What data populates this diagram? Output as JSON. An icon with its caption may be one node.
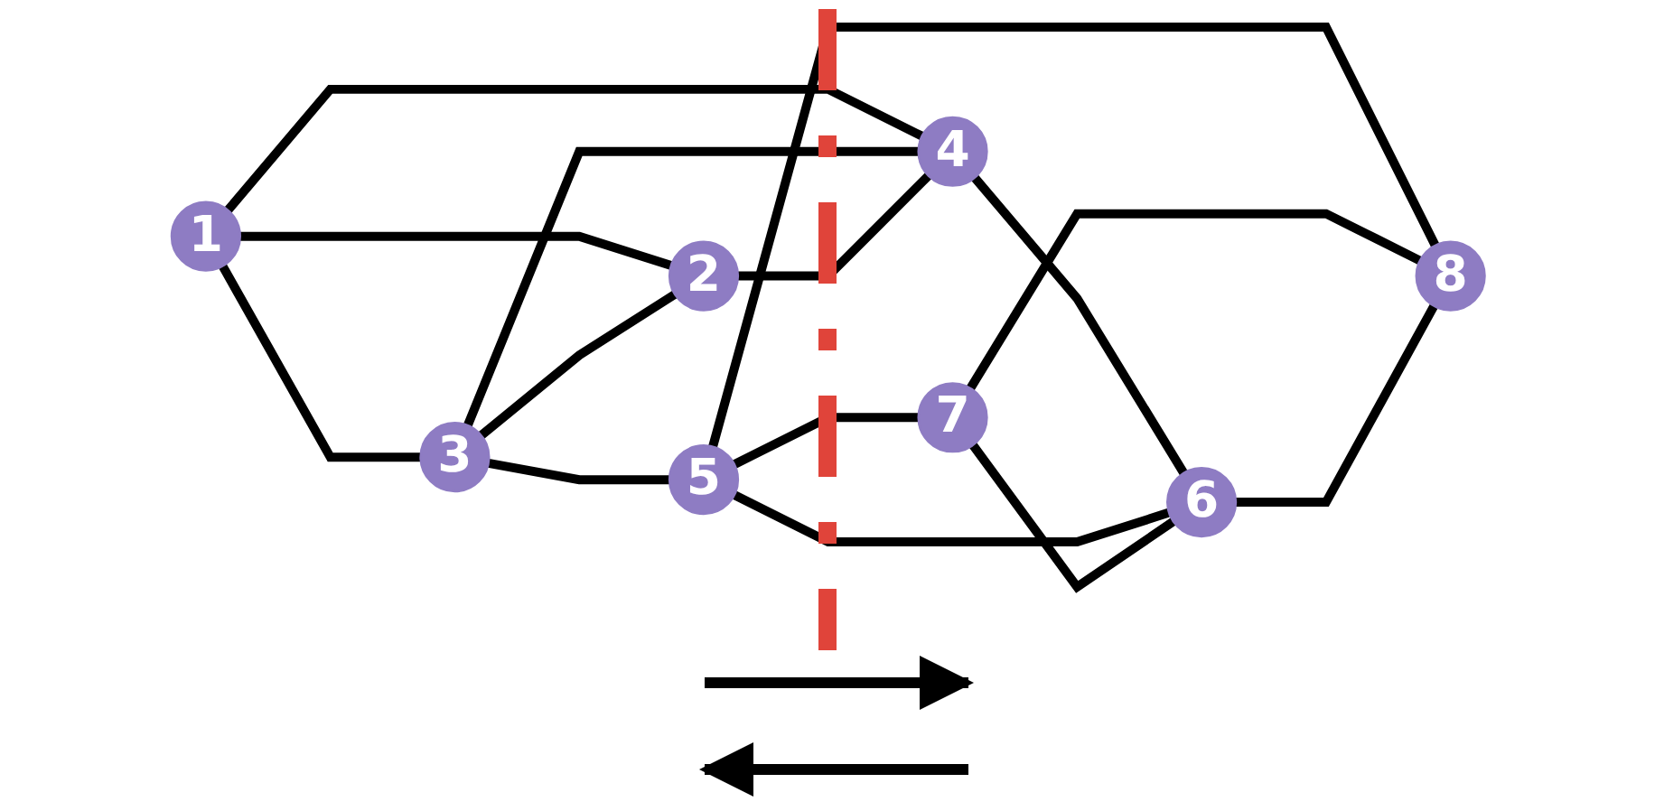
{
  "diagram": {
    "nodes": [
      {
        "text": [
          "1"
        ]
      },
      {
        "text": [
          "2"
        ]
      },
      {
        "text": [
          "3"
        ]
      },
      {
        "text": [
          "4"
        ]
      },
      {
        "text": [
          "5"
        ]
      },
      {
        "text": [
          "6"
        ]
      },
      {
        "text": [
          "7"
        ]
      },
      {
        "text": [
          "8"
        ]
      }
    ],
    "edges": [
      {
        "from": 0,
        "to": 2,
        "arrow": "none"
      },
      {
        "from": 0,
        "to": 1,
        "arrow": "none"
      },
      {
        "from": 0,
        "to": 3,
        "arrow": "none"
      },
      {
        "from": 2,
        "to": 1,
        "arrow": "none"
      },
      {
        "from": 2,
        "to": 3,
        "arrow": "none"
      },
      {
        "from": 1,
        "to": 3,
        "arrow": "none"
      },
      {
        "from": 2,
        "to": 4,
        "arrow": "none"
      },
      {
        "from": 3,
        "to": 5,
        "arrow": "none"
      },
      {
        "from": 4,
        "to": 6,
        "arrow": "none"
      },
      {
        "from": 4,
        "to": 5,
        "arrow": "none"
      },
      {
        "from": 4,
        "to": 7,
        "arrow": "none"
      },
      {
        "from": 6,
        "to": 5,
        "arrow": "none"
      },
      {
        "from": 6,
        "to": 7,
        "arrow": "none"
      },
      {
        "from": 5,
        "to": 7,
        "arrow": "none"
      }
    ]
  }
}
